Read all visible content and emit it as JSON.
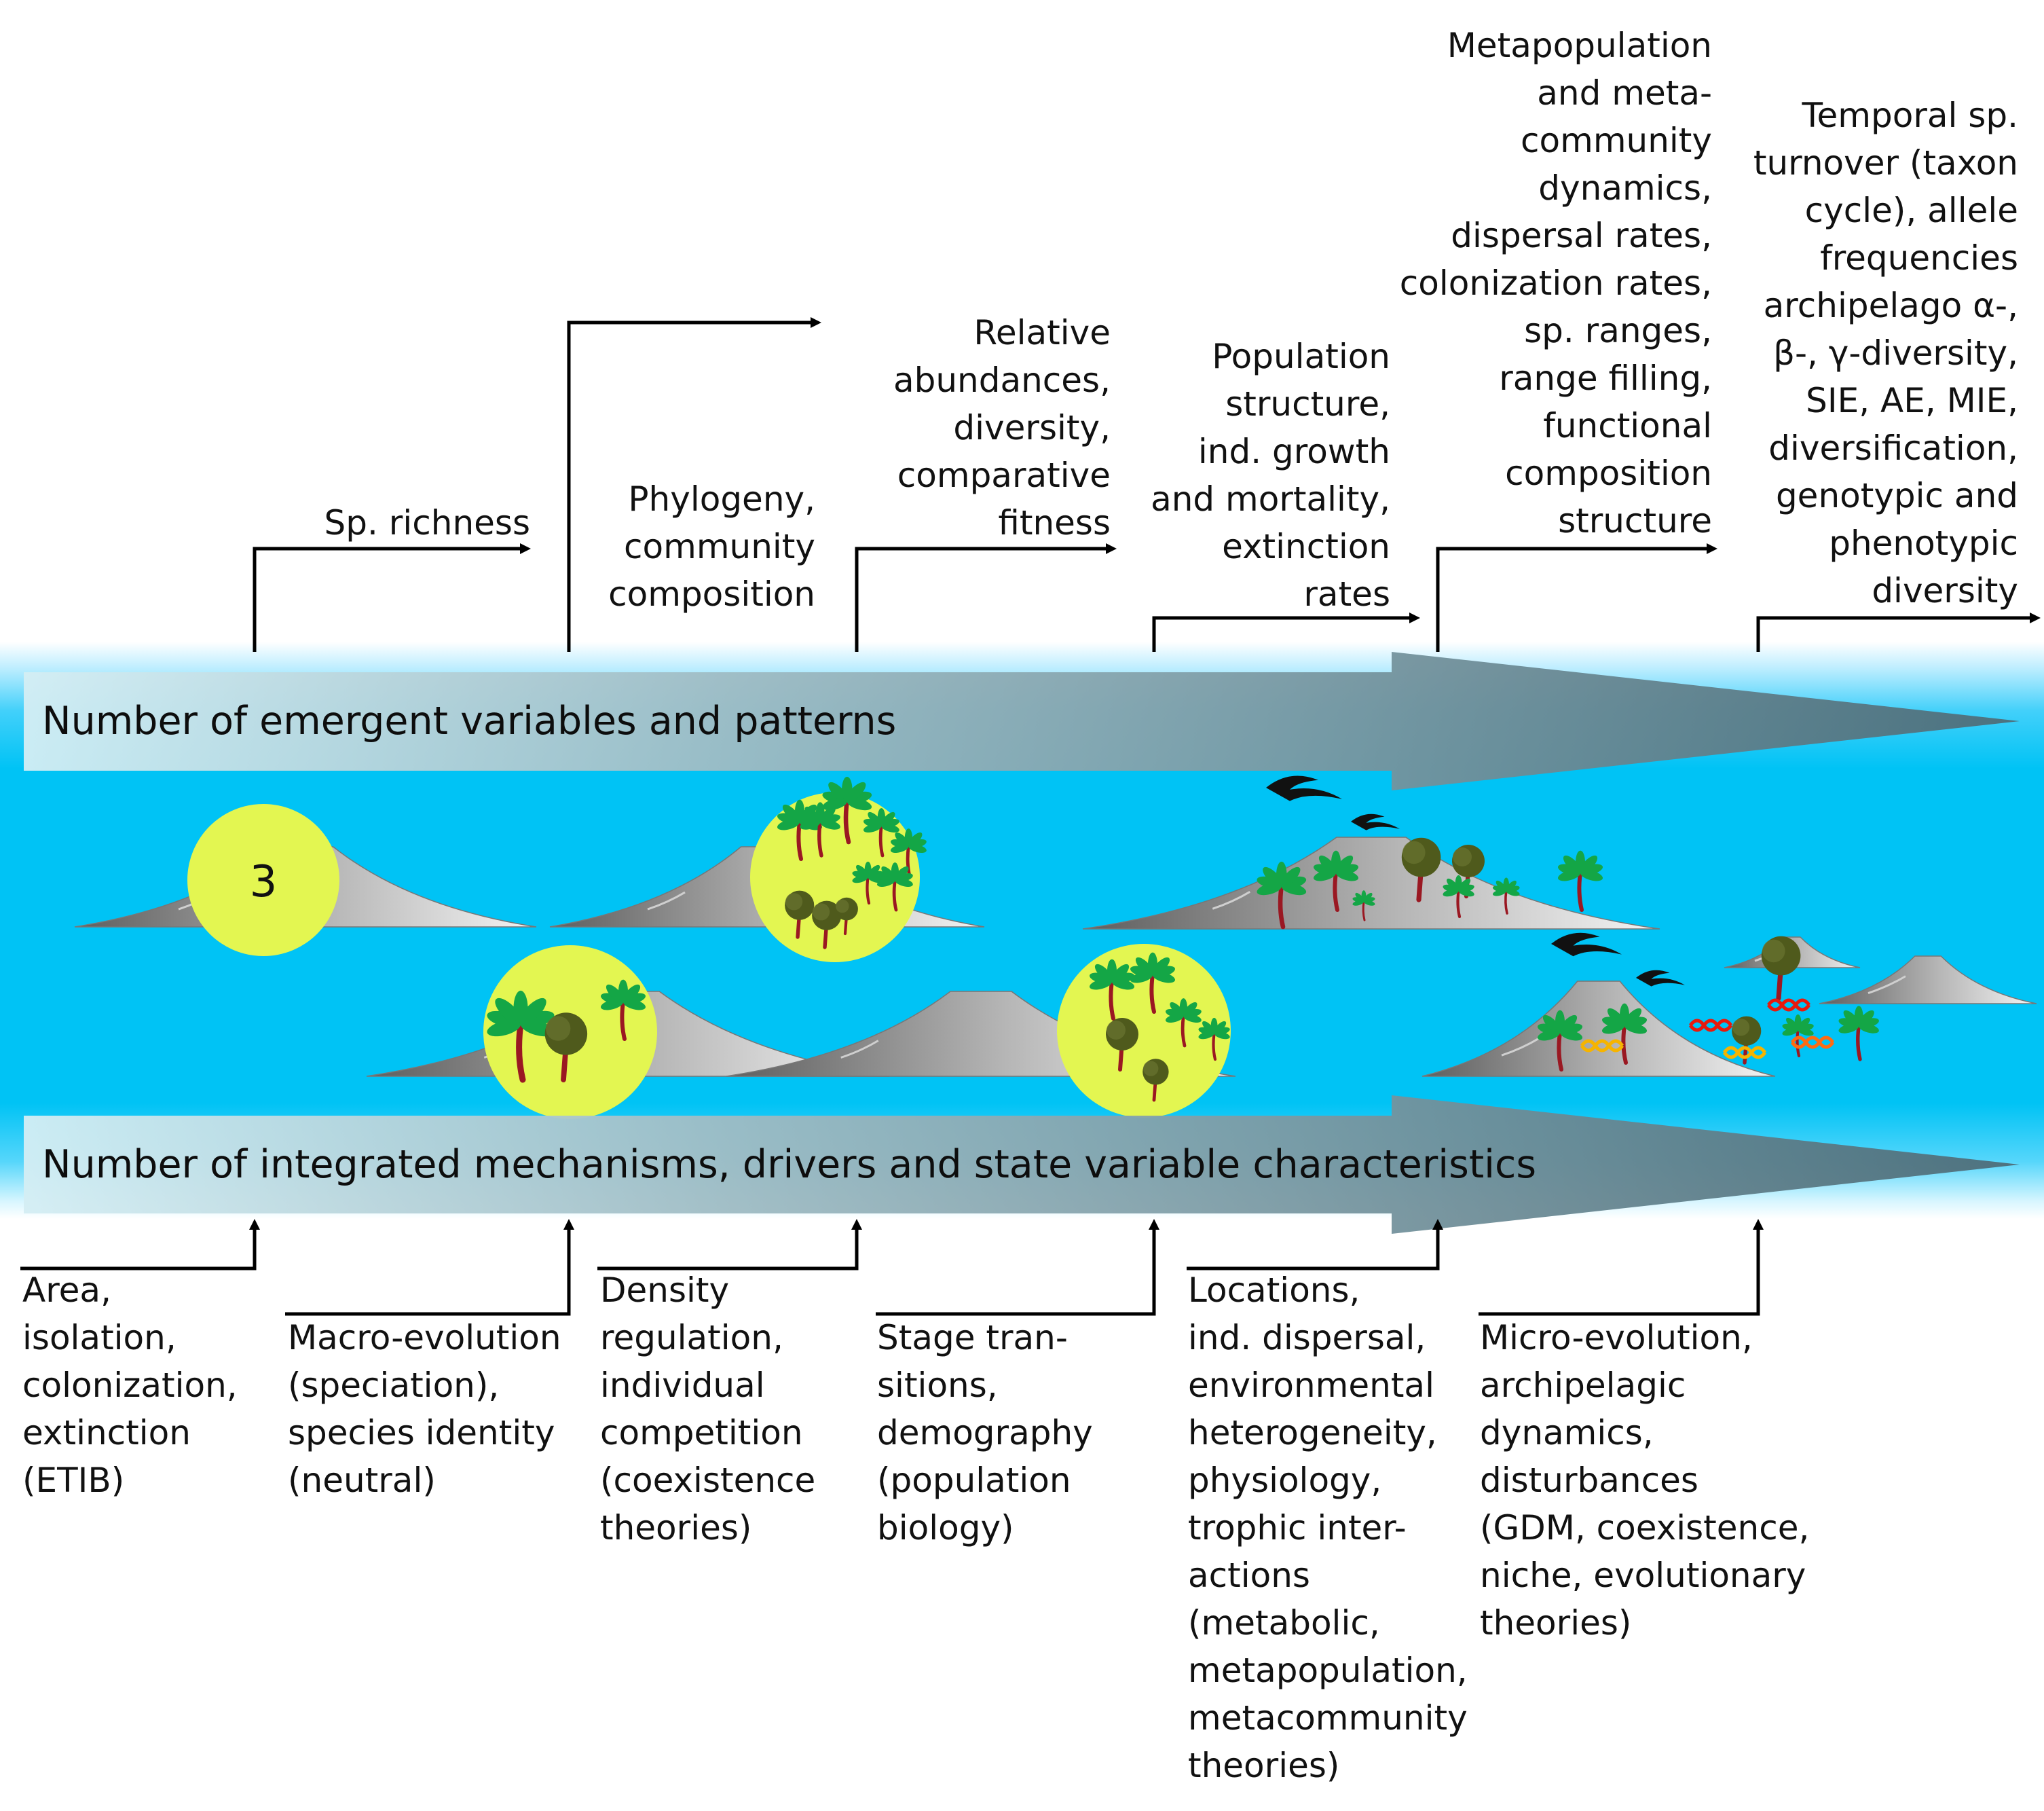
{
  "band_top": {
    "title": "Number of emergent variables and patterns"
  },
  "band_bottom": {
    "title": "Number of integrated mechanisms, drivers and state variable characteristics"
  },
  "island_count_label": "3",
  "emergent": [
    {
      "id": "e1",
      "text": "Sp. richness"
    },
    {
      "id": "e2",
      "text": "Phylogeny,\ncommunity\ncomposition"
    },
    {
      "id": "e3",
      "text": "Relative\nabundances,\ndiversity,\ncomparative\nfitness"
    },
    {
      "id": "e4",
      "text": "Population\nstructure,\nind. growth\nand mortality,\nextinction\nrates"
    },
    {
      "id": "e5",
      "text": "Metapopulation\nand meta-\ncommunity\ndynamics,\ndispersal rates,\ncolonization rates,\nsp. ranges,\nrange filling,\nfunctional\ncomposition\nstructure"
    },
    {
      "id": "e6",
      "text": "Temporal sp.\nturnover (taxon\ncycle), allele\nfrequencies\narchipelago α-,\nβ-, γ-diversity,\nSIE, AE, MIE,\ndiversification,\ngenotypic and\nphenotypic\ndiversity"
    }
  ],
  "mechanisms": [
    {
      "id": "m1",
      "text": "Area,\nisolation,\ncolonization,\nextinction\n(ETIB)"
    },
    {
      "id": "m2",
      "text": "Macro-evolution\n(speciation),\nspecies identity\n(neutral)"
    },
    {
      "id": "m3",
      "text": "Density\nregulation,\nindividual\ncompetition\n(coexistence\ntheories)"
    },
    {
      "id": "m4",
      "text": "Stage tran-\nsitions,\ndemography\n(population\nbiology)"
    },
    {
      "id": "m5",
      "text": "Locations,\nind. dispersal,\nenvironmental\nheterogeneity,\nphysiology,\ntrophic inter-\nactions\n(metabolic,\nmetapopulation,\nmetacommunity\ntheories)"
    },
    {
      "id": "m6",
      "text": "Micro-evolution,\narchipelagic\ndynamics,\ndisturbances\n(GDM, coexistence,\nniche, evolutionary\ntheories)"
    }
  ],
  "colors": {
    "sea": "#00c3f5",
    "sea_light": "#7fdcff",
    "arrow_light": "#d2ecf2",
    "arrow_dark": "#4d6d79",
    "island": "#8f8f8f",
    "circle": "#e3f651",
    "palm": "#14a646",
    "trunk": "#9a1822",
    "broadleaf": "#4f5a1c",
    "bird": "#111111"
  }
}
